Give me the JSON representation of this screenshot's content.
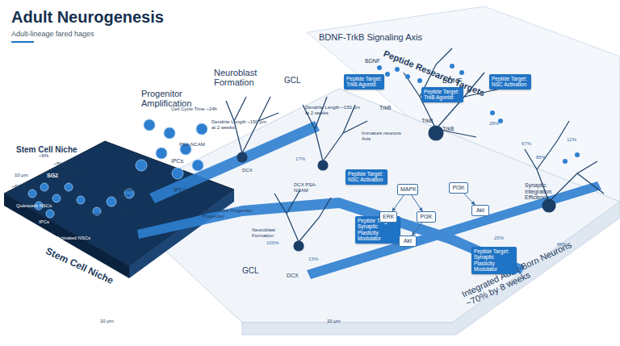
{
  "diagram": {
    "title": "Adult Neurogenesis",
    "nodes": [
      {
        "text": [
          "Peptide Target: TrkB Agonist"
        ]
      },
      {
        "text": [
          "Peptide Target: TrkB Agonist"
        ]
      },
      {
        "text": [
          "Peptide Target: NSC Activation"
        ]
      },
      {
        "text": [
          "Peptide Target: NSC Activation"
        ]
      },
      {
        "text": [
          "Peptide Target: Synaptic Plasticity Modulator"
        ]
      },
      {
        "text": [
          "Peptide Target: Synaptic Plasticity Modulator"
        ]
      },
      {
        "text": [
          "MAPK"
        ]
      },
      {
        "text": [
          "PI3K"
        ]
      },
      {
        "text": [
          "ERK"
        ]
      },
      {
        "text": [
          "PI3K"
        ]
      },
      {
        "text": [
          "Akt"
        ]
      },
      {
        "text": [
          "Akt"
        ]
      }
    ],
    "edges": [
      {
        "from": 6,
        "to": 8,
        "arrow": "to"
      },
      {
        "from": 6,
        "to": 9,
        "arrow": "to"
      },
      {
        "from": 7,
        "to": 10,
        "arrow": "to"
      },
      {
        "from": 9,
        "to": 11,
        "arrow": "to"
      }
    ],
    "labels": [
      "Adult-lineage fared hages",
      "Stem Cell Niche",
      "Stem Cell Niche",
      "SGZ",
      "Progenitor Amplification",
      "Neuroblast Formation",
      "GCL",
      "BDNF-TrkB Signaling Axis",
      "Peptide Research Targets",
      "BDNF",
      "BDNF",
      "TrkB",
      "TrkB",
      "TrkB",
      "Quiescent NSCs",
      "IPCs",
      "Activated NSCs",
      "~67%",
      "~6%",
      "~5%",
      "~6% of NSC pool",
      "10 μm",
      "10 μm",
      "~5%",
      "Activated NSCs",
      "IPCs",
      "IPCs",
      "Cell Cycle Time ~24h",
      "PSA-NCAM",
      "DCX",
      "Dendrite Length ~150 μm at 2 weeks",
      "Dendrite Length ~150 μm at 2 weeks",
      "Immature neurons Axis",
      "Intermediate Progenitor Progenitor",
      "Neuroblast Formation",
      "DCX PSA-NCAM",
      "GCL",
      "DCX",
      "~5%",
      "10 μm",
      "Synaptic Integration Efficiency",
      "Integrated Adult-Born Neurons ~70% by 8 weeks",
      "10 μm",
      "17%",
      "13%",
      "100%",
      "28%",
      "67%",
      "85%",
      "12%",
      "25%",
      "88%"
    ]
  }
}
